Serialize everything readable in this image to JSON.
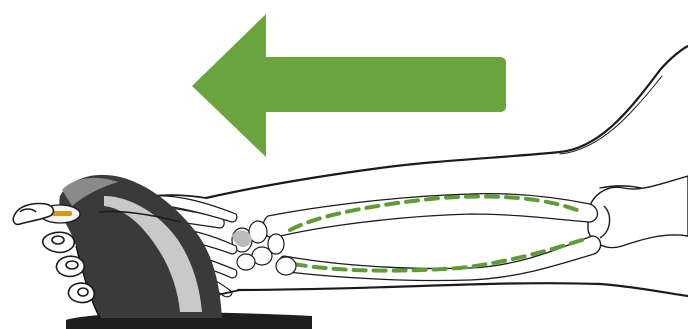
{
  "colors": {
    "arrow": "#6aa43f",
    "bone_marker": "#5f9c36",
    "outline": "#1b1b1b",
    "mouse_body": "#3a3a3a",
    "mouse_base": "#1e1e1e",
    "scroll_accent": "#d19a1c",
    "background": "#ffffff"
  },
  "illustration": {
    "arrow_direction": "left",
    "subject": "vertical-mouse-forearm-neutral-position",
    "bones_shown": [
      "radius",
      "ulna"
    ],
    "bone_highlight": "dashed-parallel"
  }
}
